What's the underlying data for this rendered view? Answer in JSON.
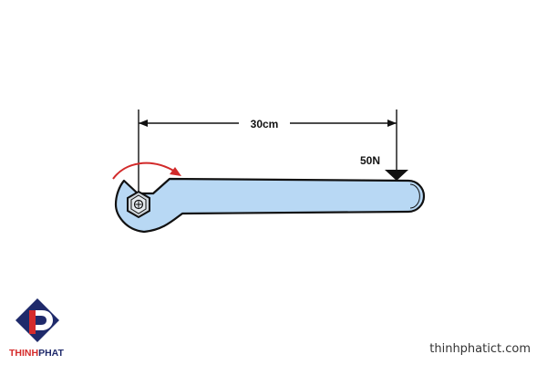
{
  "diagram": {
    "distance_label": "30cm",
    "force_label": "50N"
  },
  "logo": {
    "text": "THINHPHAT",
    "text_part1": "THINH",
    "text_part2": "PHAT"
  },
  "watermark": {
    "text": "thinhphatict.com"
  },
  "colors": {
    "wrench_fill": "#b8d8f4",
    "outline": "#111111",
    "rotation_arrow": "#d22a2a",
    "logo_red": "#d52b2b",
    "logo_navy": "#1f2a6b"
  },
  "icons": {
    "wrench": "open-end-wrench-icon",
    "nut": "hex-nut-icon",
    "rotation": "curved-arrow-icon",
    "force": "down-arrow-icon"
  }
}
